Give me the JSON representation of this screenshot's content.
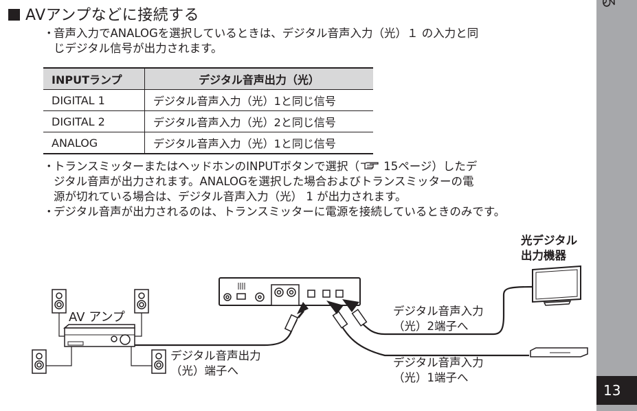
{
  "section_title": "AVアンプなどに接続する",
  "intro": {
    "line1": "音声入力でANALOGを選択しているときは、デジタル音声入力（光）１ の入力と同",
    "line2": "じデジタル信号が出力されます。"
  },
  "table": {
    "headers": [
      "INPUTランプ",
      "デジタル音声出力（光）"
    ],
    "rows": [
      [
        "DIGITAL 1",
        "デジタル音声入力（光）1と同じ信号"
      ],
      [
        "DIGITAL 2",
        "デジタル音声入力（光）2と同じ信号"
      ],
      [
        "ANALOG",
        "デジタル音声入力（光）1と同じ信号"
      ]
    ]
  },
  "notes": {
    "n1_line1_a": "トランスミッターまたはヘッドホンのINPUTボタンで選択（",
    "n1_ref_icon": "hand-pointer-icon",
    "n1_line1_b": " 15ページ）したデ",
    "n1_line2": "ジタル音声が出力されます。ANALOGを選択した場合およびトランスミッターの電",
    "n1_line3": "源が切れている場合は、デジタル音声入力（光） 1 が出力されます。",
    "n2": "デジタル音声が出力されるのは、トランスミッターに電源を接続しているときのみです。"
  },
  "diagram": {
    "amp_label": "AV アンプ",
    "amp_out_label_1": "デジタル音声出力",
    "amp_out_label_2": "（光）端子へ",
    "source_label_1": "光デジタル",
    "source_label_2": "出力機器",
    "in2_label_1": "デジタル音声入力",
    "in2_label_2": "（光）2端子へ",
    "in1_label_1": "デジタル音声入力",
    "in1_label_2": "（光）1端子へ"
  },
  "sidebar": {
    "tab_char": "る",
    "page_number": "13"
  },
  "colors": {
    "text": "#231f20",
    "sidebar": "#a7a8ab",
    "table_header": "#d8d8d9"
  }
}
